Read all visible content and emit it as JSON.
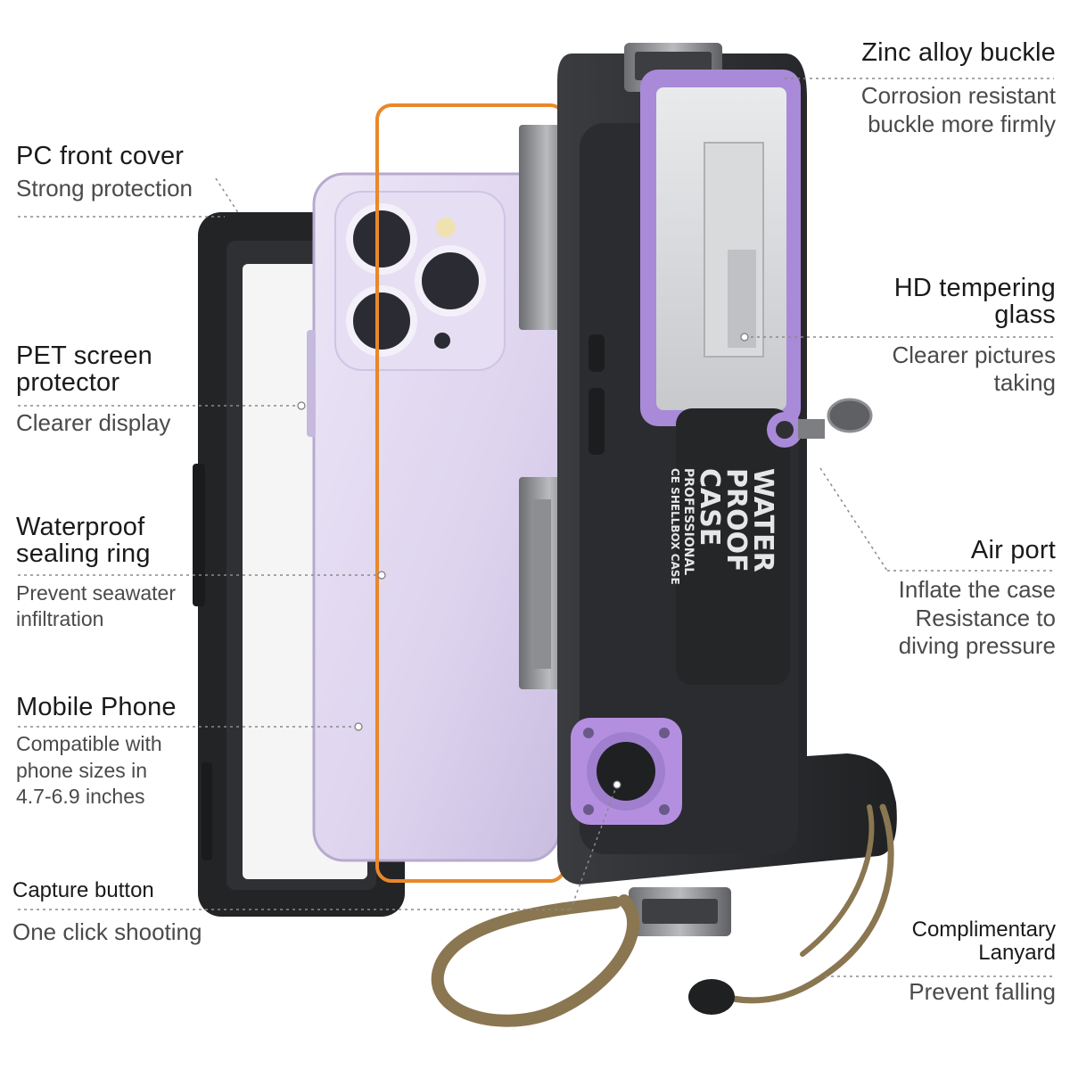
{
  "colors": {
    "case_body": "#2b2d30",
    "accent_purple": "#a98ad8",
    "phone_lilac": "#ddd3ee",
    "seal_ring_orange": "#e8882a",
    "lanyard_tan": "#8a7650"
  },
  "case_print": {
    "line1": "WATER",
    "line2": "PROOF",
    "line3": "CASE",
    "line4": "PROFESSIONAL",
    "line5": "CE SHELLBOX CASE"
  },
  "callouts": {
    "pc_front_cover": {
      "title": "PC front cover",
      "desc": [
        "Strong protection"
      ]
    },
    "pet_screen": {
      "title": [
        "PET screen",
        "protector"
      ],
      "desc": [
        "Clearer display"
      ]
    },
    "sealing_ring": {
      "title": [
        "Waterproof",
        "sealing ring"
      ],
      "desc": [
        "Prevent seawater",
        "infiltration"
      ]
    },
    "mobile_phone": {
      "title": "Mobile Phone",
      "desc": [
        "Compatible with",
        "phone sizes in",
        "4.7-6.9 inches"
      ]
    },
    "capture_button": {
      "title": "Capture button",
      "desc": [
        "One click shooting"
      ]
    },
    "zinc_buckle": {
      "title": "Zinc alloy buckle",
      "desc": [
        "Corrosion resistant",
        "buckle more firmly"
      ]
    },
    "hd_glass": {
      "title": [
        "HD tempering",
        "glass"
      ],
      "desc": [
        "Clearer pictures",
        "taking"
      ]
    },
    "air_port": {
      "title": "Air port",
      "desc": [
        "Inflate the case",
        "Resistance to",
        "diving pressure"
      ]
    },
    "lanyard": {
      "title": [
        "Complimentary",
        "Lanyard"
      ],
      "desc": [
        "Prevent falling"
      ]
    }
  }
}
